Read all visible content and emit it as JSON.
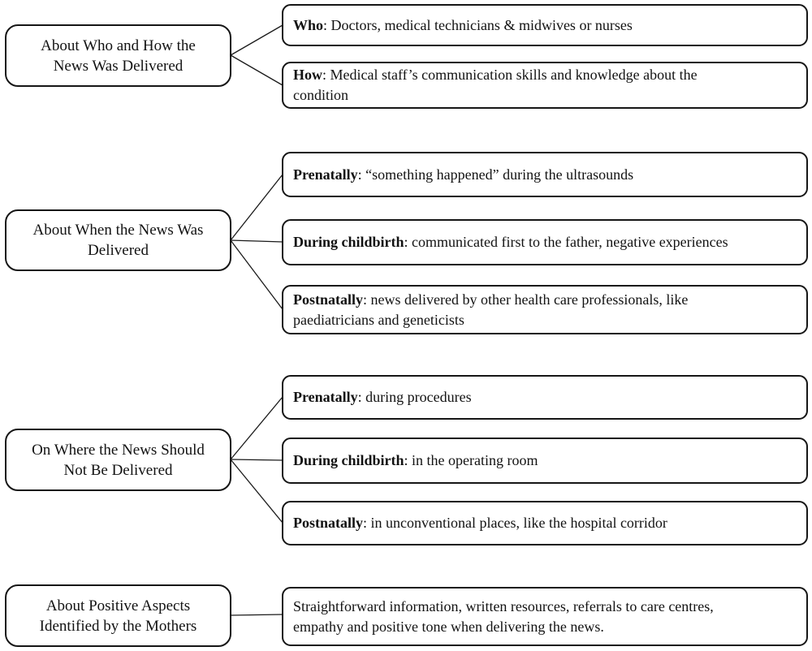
{
  "diagram": {
    "groups": [
      {
        "source": {
          "lines": [
            "About Who and How the",
            "News Was Delivered"
          ]
        },
        "targets": [
          {
            "lead": "Who",
            "rest": ": Doctors, medical technicians & midwives or nurses"
          },
          {
            "lead": "How",
            "rest": ": Medical staff’s communication skills and knowledge about the\ncondition"
          }
        ]
      },
      {
        "source": {
          "lines": [
            "About When the News Was",
            "Delivered"
          ]
        },
        "targets": [
          {
            "lead": "Prenatally",
            "rest": ": “something happened” during the ultrasounds"
          },
          {
            "lead": "During childbirth",
            "rest": ": communicated first to the father, negative experiences"
          },
          {
            "lead": "Postnatally",
            "rest": ": news delivered by other health care professionals, like\npaediatricians and geneticists"
          }
        ]
      },
      {
        "source": {
          "lines": [
            "On Where the News Should",
            "Not Be Delivered"
          ]
        },
        "targets": [
          {
            "lead": "Prenatally",
            "rest": ": during procedures"
          },
          {
            "lead": "During childbirth",
            "rest": ": in the operating room"
          },
          {
            "lead": "Postnatally",
            "rest": ": in unconventional places, like the hospital corridor"
          }
        ]
      },
      {
        "source": {
          "lines": [
            "About Positive Aspects",
            "Identified by the Mothers"
          ]
        },
        "targets": [
          {
            "lead": "",
            "rest": "Straightforward information, written resources, referrals to care centres,\nempathy and positive tone when delivering the news."
          }
        ]
      }
    ]
  }
}
